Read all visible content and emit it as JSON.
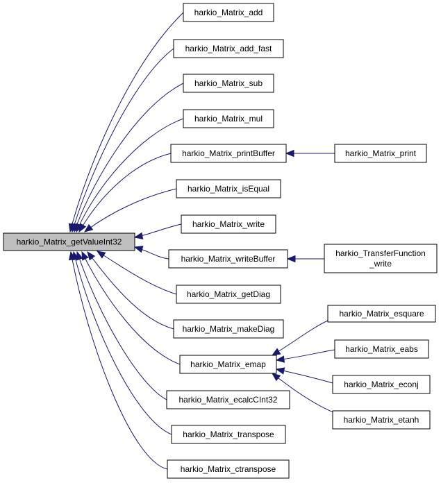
{
  "diagram": {
    "type": "call-graph",
    "colors": {
      "edge": "#191970",
      "node_fill": "#ffffff",
      "root_fill": "#bfbfbf",
      "node_border": "#000000"
    },
    "nodes": [
      {
        "id": "getValueInt32",
        "lines": [
          "harkio_Matrix_getValueInt32"
        ],
        "root": true
      },
      {
        "id": "add",
        "lines": [
          "harkio_Matrix_add"
        ]
      },
      {
        "id": "add_fast",
        "lines": [
          "harkio_Matrix_add_fast"
        ]
      },
      {
        "id": "sub",
        "lines": [
          "harkio_Matrix_sub"
        ]
      },
      {
        "id": "mul",
        "lines": [
          "harkio_Matrix_mul"
        ]
      },
      {
        "id": "printBuffer",
        "lines": [
          "harkio_Matrix_printBuffer"
        ]
      },
      {
        "id": "print",
        "lines": [
          "harkio_Matrix_print"
        ]
      },
      {
        "id": "isEqual",
        "lines": [
          "harkio_Matrix_isEqual"
        ]
      },
      {
        "id": "write",
        "lines": [
          "harkio_Matrix_write"
        ]
      },
      {
        "id": "writeBuffer",
        "lines": [
          "harkio_Matrix_writeBuffer"
        ]
      },
      {
        "id": "tf_write",
        "lines": [
          "harkio_TransferFunction",
          "_write"
        ]
      },
      {
        "id": "getDiag",
        "lines": [
          "harkio_Matrix_getDiag"
        ]
      },
      {
        "id": "makeDiag",
        "lines": [
          "harkio_Matrix_makeDiag"
        ]
      },
      {
        "id": "esquare",
        "lines": [
          "harkio_Matrix_esquare"
        ]
      },
      {
        "id": "emap",
        "lines": [
          "harkio_Matrix_emap"
        ]
      },
      {
        "id": "eabs",
        "lines": [
          "harkio_Matrix_eabs"
        ]
      },
      {
        "id": "econj",
        "lines": [
          "harkio_Matrix_econj"
        ]
      },
      {
        "id": "ecalcCInt32",
        "lines": [
          "harkio_Matrix_ecalcCInt32"
        ]
      },
      {
        "id": "etanh",
        "lines": [
          "harkio_Matrix_etanh"
        ]
      },
      {
        "id": "transpose",
        "lines": [
          "harkio_Matrix_transpose"
        ]
      },
      {
        "id": "ctranspose",
        "lines": [
          "harkio_Matrix_ctranspose"
        ]
      }
    ],
    "edges": [
      {
        "from": "add",
        "to": "getValueInt32"
      },
      {
        "from": "add_fast",
        "to": "getValueInt32"
      },
      {
        "from": "sub",
        "to": "getValueInt32"
      },
      {
        "from": "mul",
        "to": "getValueInt32"
      },
      {
        "from": "printBuffer",
        "to": "getValueInt32"
      },
      {
        "from": "isEqual",
        "to": "getValueInt32"
      },
      {
        "from": "write",
        "to": "getValueInt32"
      },
      {
        "from": "writeBuffer",
        "to": "getValueInt32"
      },
      {
        "from": "getDiag",
        "to": "getValueInt32"
      },
      {
        "from": "makeDiag",
        "to": "getValueInt32"
      },
      {
        "from": "emap",
        "to": "getValueInt32"
      },
      {
        "from": "ecalcCInt32",
        "to": "getValueInt32"
      },
      {
        "from": "transpose",
        "to": "getValueInt32"
      },
      {
        "from": "ctranspose",
        "to": "getValueInt32"
      },
      {
        "from": "print",
        "to": "printBuffer"
      },
      {
        "from": "tf_write",
        "to": "writeBuffer"
      },
      {
        "from": "esquare",
        "to": "emap"
      },
      {
        "from": "eabs",
        "to": "emap"
      },
      {
        "from": "econj",
        "to": "emap"
      },
      {
        "from": "etanh",
        "to": "emap"
      }
    ]
  }
}
